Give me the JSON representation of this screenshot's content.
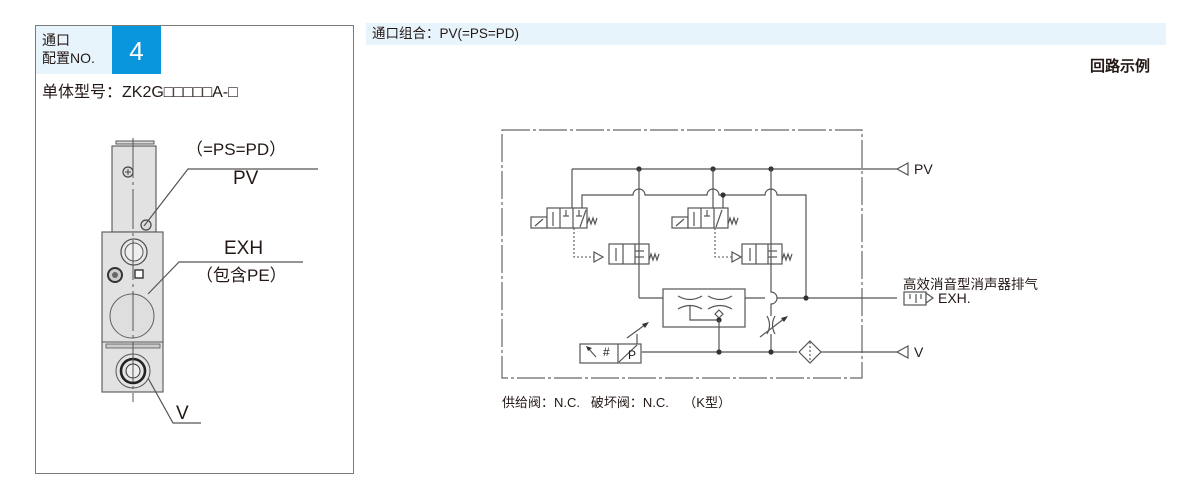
{
  "left_panel": {
    "port_config_label_line1": "通口",
    "port_config_label_line2": "配置NO.",
    "port_config_number": "4",
    "model_label": "单体型号：ZK2G□□□□□A-□",
    "callouts": {
      "pv_alias": "（=PS=PD）",
      "pv": "PV",
      "exh": "EXH",
      "exh_note": "（包含PE）",
      "v": "V"
    }
  },
  "header": {
    "port_combination": "通口组合：PV(=PS=PD)",
    "circuit_title": "回路示例"
  },
  "circuit": {
    "ports": {
      "pv": "PV",
      "exh": "EXH.",
      "v": "V",
      "silencer_note": "高效消音型消声器排气",
      "pressure_switch_p": "P",
      "pressure_switch_hash": "#"
    },
    "note": "供给阀：N.C.   破坏阀：N.C.    （K型）"
  },
  "colors": {
    "accent_blue": "#0a96dc",
    "label_bg": "#e8f4fc",
    "frame_gray": "#7a7a7a"
  }
}
